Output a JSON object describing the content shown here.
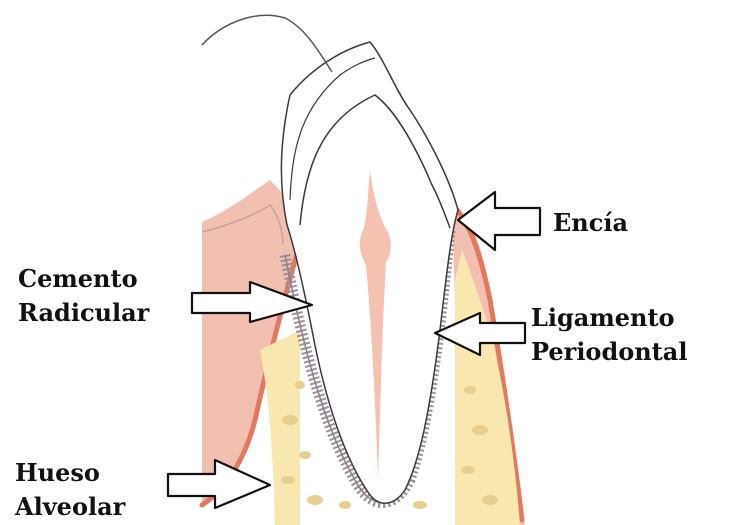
{
  "labels": {
    "encia": "Encía",
    "cemento_line1": "Cemento",
    "cemento_line2": "Radicular",
    "ligamento_line1": "Ligamento",
    "ligamento_line2": "Periodontal",
    "hueso_line1": "Hueso",
    "hueso_line2": "Alveolar"
  },
  "colors": {
    "gum": "#f2c0b0",
    "gum_edge": "#e07a5f",
    "bone": "#f8e8b0",
    "bone_spots": "#e6cf8f",
    "pulp": "#f5c1b0",
    "ligament": "#9d8f99",
    "outline": "#3a3a3a"
  }
}
